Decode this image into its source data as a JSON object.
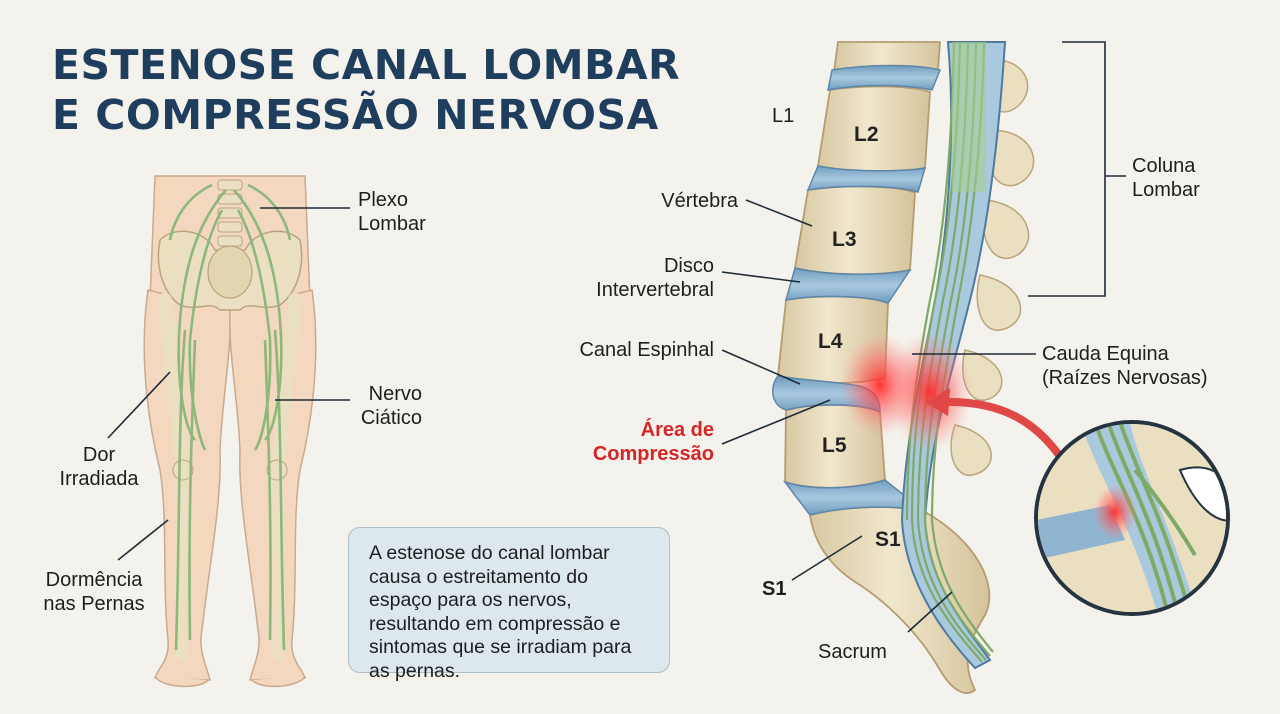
{
  "title": {
    "line1": "ESTENOSE CANAL LOMBAR",
    "line2": "E COMPRESSÃO NERVOSA"
  },
  "body_labels": {
    "plexo_line1": "Plexo",
    "plexo_line2": "Lombar",
    "nervo_line1": "Nervo",
    "nervo_line2": "Ciático",
    "dor_line1": "Dor",
    "dor_line2": "Irradiada",
    "dormencia_line1": "Dormência",
    "dormencia_line2": "nas Pernas"
  },
  "spine_labels": {
    "vertebra": "Vértebra",
    "disco_line1": "Disco",
    "disco_line2": "Intervertebral",
    "canal": "Canal Espinhal",
    "area_line1": "Área de",
    "area_line2": "Compressão",
    "s1_left": "S1",
    "sacrum": "Sacrum",
    "coluna_line1": "Coluna",
    "coluna_line2": "Lombar",
    "cauda_line1": "Cauda Equina",
    "cauda_line2": "(Raízes Nervosas)"
  },
  "vertebrae": {
    "l1": "L1",
    "l2": "L2",
    "l3": "L3",
    "l4": "L4",
    "l5": "L5",
    "s1": "S1"
  },
  "info_box": {
    "text": "A estenose do canal lombar causa o estreitamento do espaço para os nervos, resultando em compressão e sintomas que se irradiam para as pernas."
  },
  "colors": {
    "title": "#1f3d5c",
    "bone": "#ebdfc2",
    "disc": "#8fb4cf",
    "nerve": "#9cc28a",
    "compression": "#e53b3b",
    "skin": "#f3d8bf"
  }
}
